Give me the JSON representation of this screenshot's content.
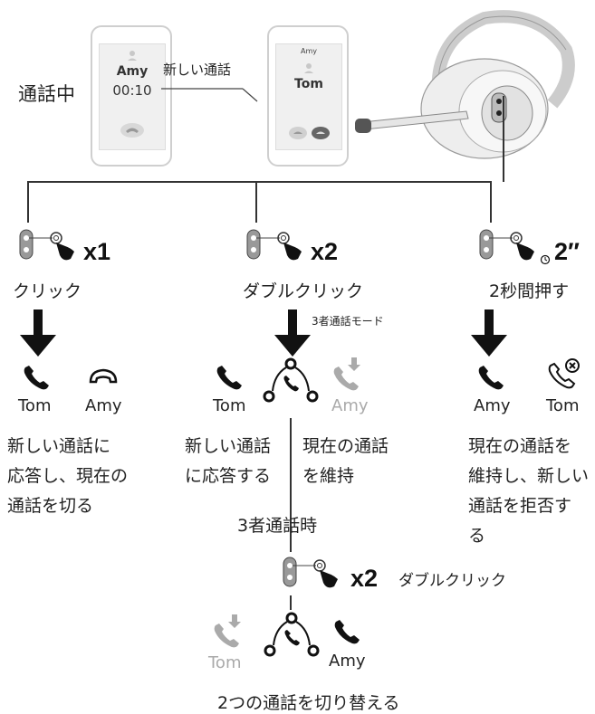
{
  "top": {
    "in_call_label": "通話中",
    "new_call_label": "新しい通話",
    "phone1": {
      "caller": "Amy",
      "timer": "00:10"
    },
    "phone2": {
      "header": "Amy",
      "caller": "Tom"
    }
  },
  "col1": {
    "multiplier": "x1",
    "action": "クリック",
    "active_name": "Tom",
    "ended_name": "Amy",
    "desc_lines": [
      "新しい通話に",
      "応答し、現在の",
      "通話を切る"
    ]
  },
  "col2": {
    "multiplier": "x2",
    "action": "ダブルクリック",
    "mode_label": "3者通話モード",
    "left_name": "Tom",
    "right_name": "Amy",
    "left_desc": [
      "新しい通話",
      "に応答する"
    ],
    "right_desc": [
      "現在の通話",
      "を維持"
    ]
  },
  "col3": {
    "duration": "2″",
    "action": "2秒間押す",
    "active_name": "Amy",
    "rejected_name": "Tom",
    "desc_lines": [
      "現在の通話を",
      "維持し、新しい",
      "通話を拒否す",
      "る"
    ]
  },
  "bottom": {
    "state_label": "3者通話時",
    "multiplier": "x2",
    "action": "ダブルクリック",
    "left_name": "Tom",
    "right_name": "Amy",
    "caption": "2つの通話を切り替える"
  }
}
